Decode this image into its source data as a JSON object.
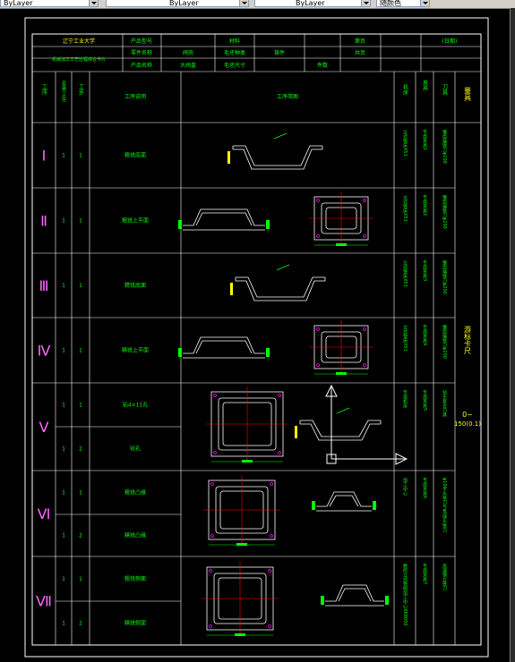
{
  "toolbar": {
    "linetype1": "ByLayer",
    "linetype2": "ByLayer",
    "linetype3": "ByLayer",
    "color": "随颜色"
  },
  "header": {
    "school": "辽宁工业大学",
    "card_title": "机械加工工艺过程综合卡片",
    "product_model_label": "产品型号",
    "part_name_label": "零件名称",
    "product_name_label": "产品名称",
    "part_name_value": "阀壳",
    "product_name_value": "大阀盖",
    "material_label": "材料",
    "blank_type_label": "毛坯种类",
    "blank_type_value": "铸件",
    "blank_size_label": "毛坯尺寸",
    "page_label": "第页",
    "total_label": "共页",
    "count_label": "件数",
    "date_label": "(日期)"
  },
  "columns": {
    "process": "工序",
    "install": "安装(工位)",
    "step": "工步",
    "description": "工序说明",
    "sketch": "工序简图",
    "machine": "机床",
    "fixture": "夹具",
    "cutting_tool": "刀具",
    "measuring_tool": "量具"
  },
  "rows": [
    {
      "process": "Ⅰ",
      "install": "1",
      "step": "1",
      "description": "粗铣底面",
      "machine": "立式铣床X51",
      "fixture": "专用夹具1",
      "tool": "镶齿端铣刀φ200"
    },
    {
      "process": "Ⅱ",
      "install": "1",
      "step": "1",
      "description": "粗铣上平面",
      "machine": "立式铣床X51",
      "fixture": "专用夹具2",
      "tool": "镶齿端铣刀φ200"
    },
    {
      "process": "Ⅲ",
      "install": "1",
      "step": "1",
      "description": "精铣底面",
      "machine": "立式铣床X51",
      "fixture": "专用夹具3",
      "tool": "镶齿端铣刀φ200"
    },
    {
      "process": "Ⅳ",
      "install": "1",
      "step": "1",
      "description": "精铣上平面",
      "machine": "立式铣床X51",
      "fixture": "专用夹具4",
      "tool": "镶齿端铣刀φ200"
    },
    {
      "process": "Ⅴ",
      "install": "1",
      "step": "1",
      "description": "钻4×11孔",
      "machine": "专用机床",
      "fixture": "专用夹具5",
      "tool": "钻头复合刀具"
    },
    {
      "process": "",
      "install": "1",
      "step": "2",
      "description": "铰孔",
      "machine": "",
      "fixture": "",
      "tool": ""
    },
    {
      "process": "Ⅵ",
      "install": "1",
      "step": "1",
      "description": "粗铣凸缘",
      "machine": "加工中心",
      "fixture": "专用夹具6",
      "tool": "φ10平头铣刀与φ6球头铣刀"
    },
    {
      "process": "",
      "install": "1",
      "step": "2",
      "description": "精铣凸缘",
      "machine": "",
      "fixture": "",
      "tool": ""
    },
    {
      "process": "Ⅶ",
      "install": "1",
      "step": "1",
      "description": "粗铣侧面",
      "machine": "数控立式铣削加工中心XK8050",
      "fixture": "专用夹具7",
      "tool": "高速钢立铣刀"
    },
    {
      "process": "",
      "install": "1",
      "step": "2",
      "description": "精铣侧面",
      "machine": "",
      "fixture": "",
      "tool": ""
    }
  ],
  "measuring_tool": {
    "line1": "游标卡尺",
    "line2": "0~",
    "line3": "150(0.1)"
  },
  "colors": {
    "background": "#000000",
    "border": "#ffffff",
    "text": "#00ff00",
    "yellow": "#ffff00",
    "red": "#ff0000",
    "magenta": "#ff00ff",
    "roman": "#ff66ff"
  }
}
